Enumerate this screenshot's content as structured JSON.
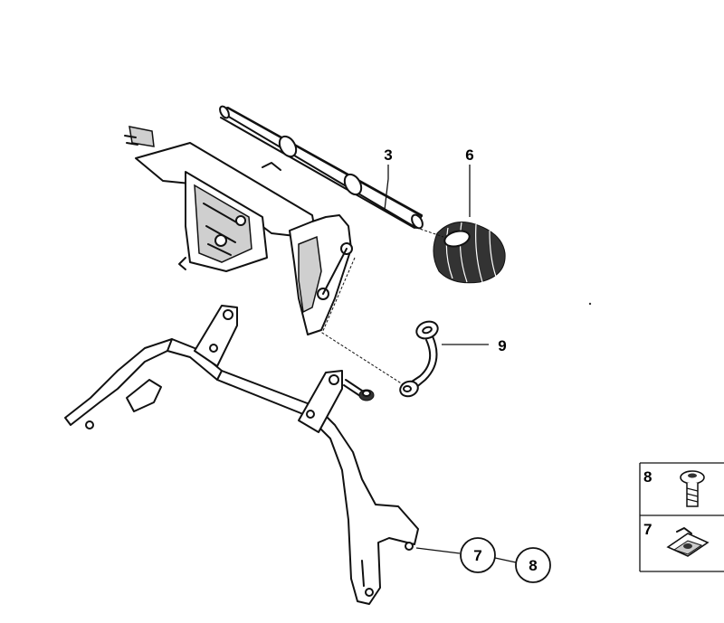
{
  "callouts": {
    "c3": "3",
    "c6": "6",
    "c9": "9",
    "c7": "7",
    "c8": "8"
  },
  "legend": {
    "item_top_number": "8",
    "item_bottom_number": "7",
    "item_top_icon": "screw-icon",
    "item_bottom_icon": "clip-nut-icon"
  }
}
